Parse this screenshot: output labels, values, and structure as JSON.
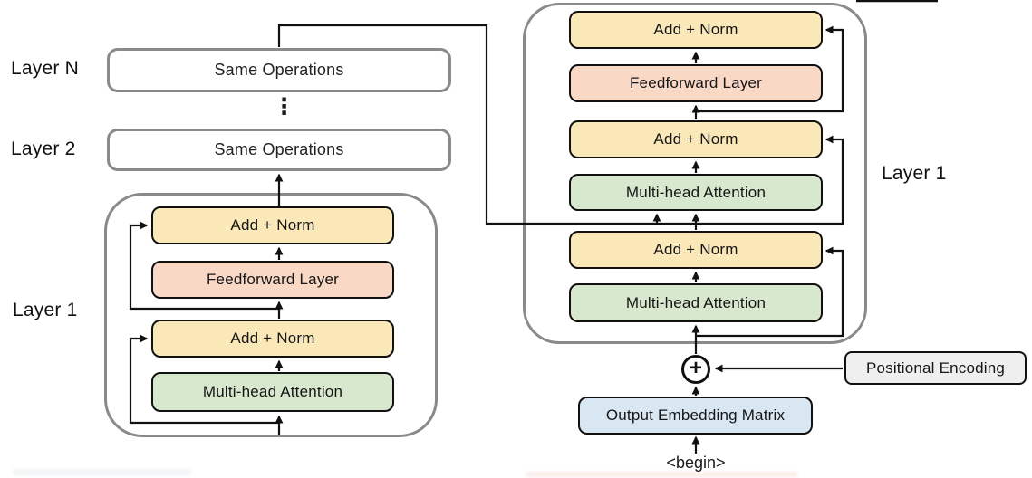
{
  "encoder": {
    "layer_n_label": "Layer N",
    "layer_2_label": "Layer 2",
    "layer_1_label": "Layer 1",
    "same_operations_top": "Same Operations",
    "same_operations_mid": "Same Operations",
    "ellipsis": "⋮",
    "add_norm_top": "Add + Norm",
    "feedforward": "Feedforward Layer",
    "add_norm_bottom": "Add + Norm",
    "attention": "Multi-head Attention"
  },
  "decoder": {
    "layer_1_label": "Layer 1",
    "add_norm_top": "Add + Norm",
    "feedforward": "Feedforward Layer",
    "add_norm_mid": "Add + Norm",
    "attention_cross": "Multi-head Attention",
    "add_norm_bottom": "Add + Norm",
    "attention_self": "Multi-head Attention"
  },
  "io": {
    "plus_symbol": "+",
    "positional_encoding": "Positional Encoding",
    "output_embedding": "Output Embedding Matrix",
    "begin_token": "<begin>"
  },
  "colors": {
    "add_norm_fill": "#FAE8B8",
    "feedforward_fill": "#F9D8C6",
    "attention_fill": "#D8E8CE",
    "embedding_fill": "#D9E7F2",
    "positional_fill": "#EFEFEF",
    "container_border": "#8A8A8A",
    "line_color": "#111111"
  }
}
